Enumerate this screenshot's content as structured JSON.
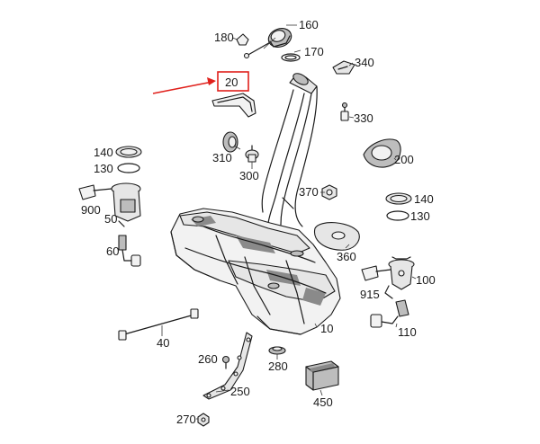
{
  "callouts": {
    "c20": "20",
    "c160": "160",
    "c180": "180",
    "c170": "170",
    "c340": "340",
    "c330": "330",
    "c140a": "140",
    "c130a": "130",
    "c310": "310",
    "c300": "300",
    "c200": "200",
    "c900": "900",
    "c50": "50",
    "c370": "370",
    "c140b": "140",
    "c130b": "130",
    "c60": "60",
    "c360": "360",
    "c915": "915",
    "c100": "100",
    "c10": "10",
    "c110": "110",
    "c40": "40",
    "c260": "260",
    "c280": "280",
    "c250": "250",
    "c450": "450",
    "c270": "270"
  },
  "colors": {
    "highlight": "#e0201b",
    "line": "#1a1a1a"
  }
}
